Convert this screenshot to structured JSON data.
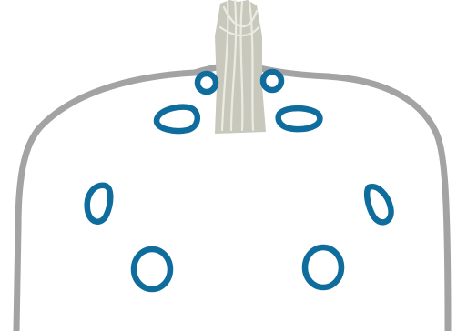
{
  "colors": {
    "background": "#ffffff",
    "outline": "#a3a3a3",
    "marks": "#0f6d9d",
    "fibers": "#c9c8bd",
    "fiber_lines": "#ecebe2"
  },
  "diagram": {
    "outline_shape": "rounded-dome",
    "fiber_bundle": "vertical-tuft",
    "mark_count": 8
  }
}
